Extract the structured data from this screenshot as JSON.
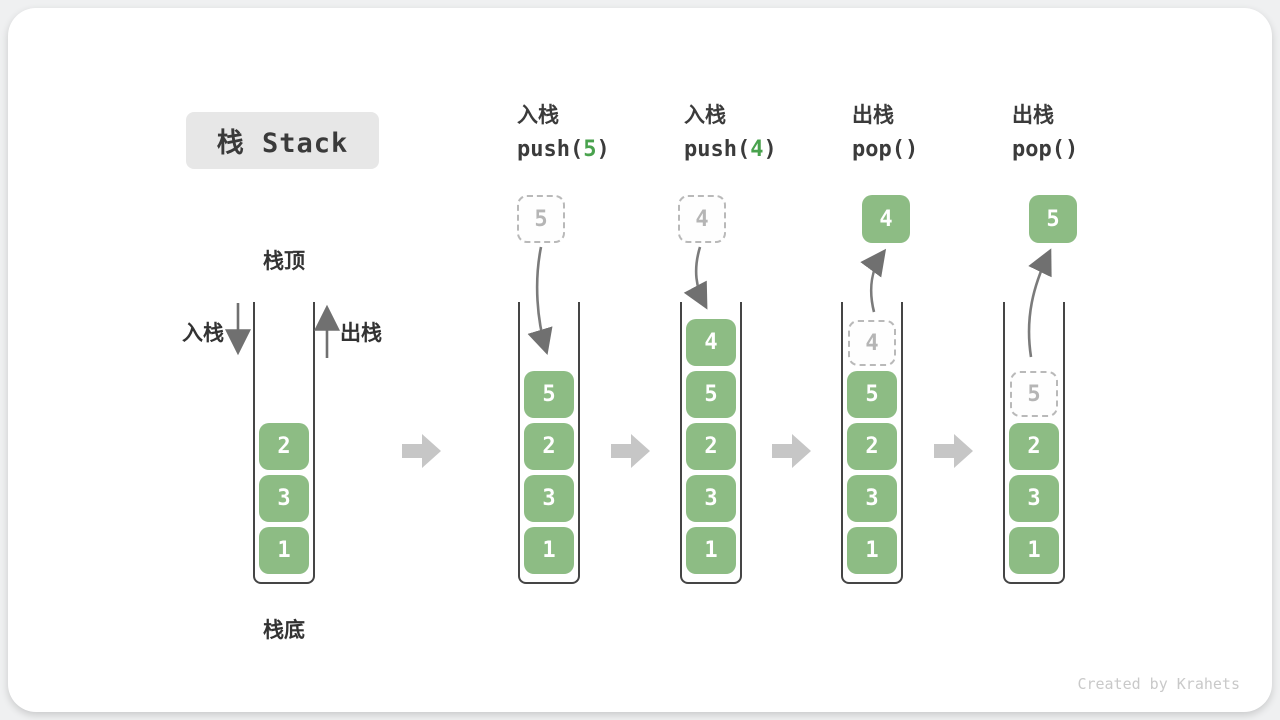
{
  "title": {
    "text": "栈 Stack"
  },
  "watermark": "Created by Krahets",
  "column1": {
    "top_label": "栈顶",
    "bottom_label": "栈底",
    "push_label": "入栈",
    "pop_label": "出栈"
  },
  "operations": [
    {
      "name": "入栈",
      "prefix": "push(",
      "arg": "5",
      "suffix": ")"
    },
    {
      "name": "入栈",
      "prefix": "push(",
      "arg": "4",
      "suffix": ")"
    },
    {
      "name": "出栈",
      "prefix": "pop(",
      "arg": "",
      "suffix": ")"
    },
    {
      "name": "出栈",
      "prefix": "pop(",
      "arg": "",
      "suffix": ")"
    }
  ],
  "floating_values": [
    {
      "value": "5",
      "style": "dashed"
    },
    {
      "value": "4",
      "style": "dashed"
    },
    {
      "value": "4",
      "style": "solid"
    },
    {
      "value": "5",
      "style": "solid"
    }
  ],
  "stacks": [
    {
      "items": [
        "2",
        "3",
        "1"
      ]
    },
    {
      "items": [
        "5",
        "2",
        "3",
        "1"
      ]
    },
    {
      "items": [
        "4",
        "5",
        "2",
        "3",
        "1"
      ]
    },
    {
      "ghost": "4",
      "items": [
        "5",
        "2",
        "3",
        "1"
      ]
    },
    {
      "ghost": "5",
      "items": [
        "2",
        "3",
        "1"
      ]
    }
  ],
  "colors": {
    "item_green": "#8dbc84",
    "accent_green": "#49a24d",
    "step_arrow_gray": "#c6c6c6",
    "flow_arrow_gray": "#707070",
    "badge_gray": "#e7e7e7",
    "text_dark": "#3b3b3b",
    "ghost_gray": "#b9b9b9"
  }
}
